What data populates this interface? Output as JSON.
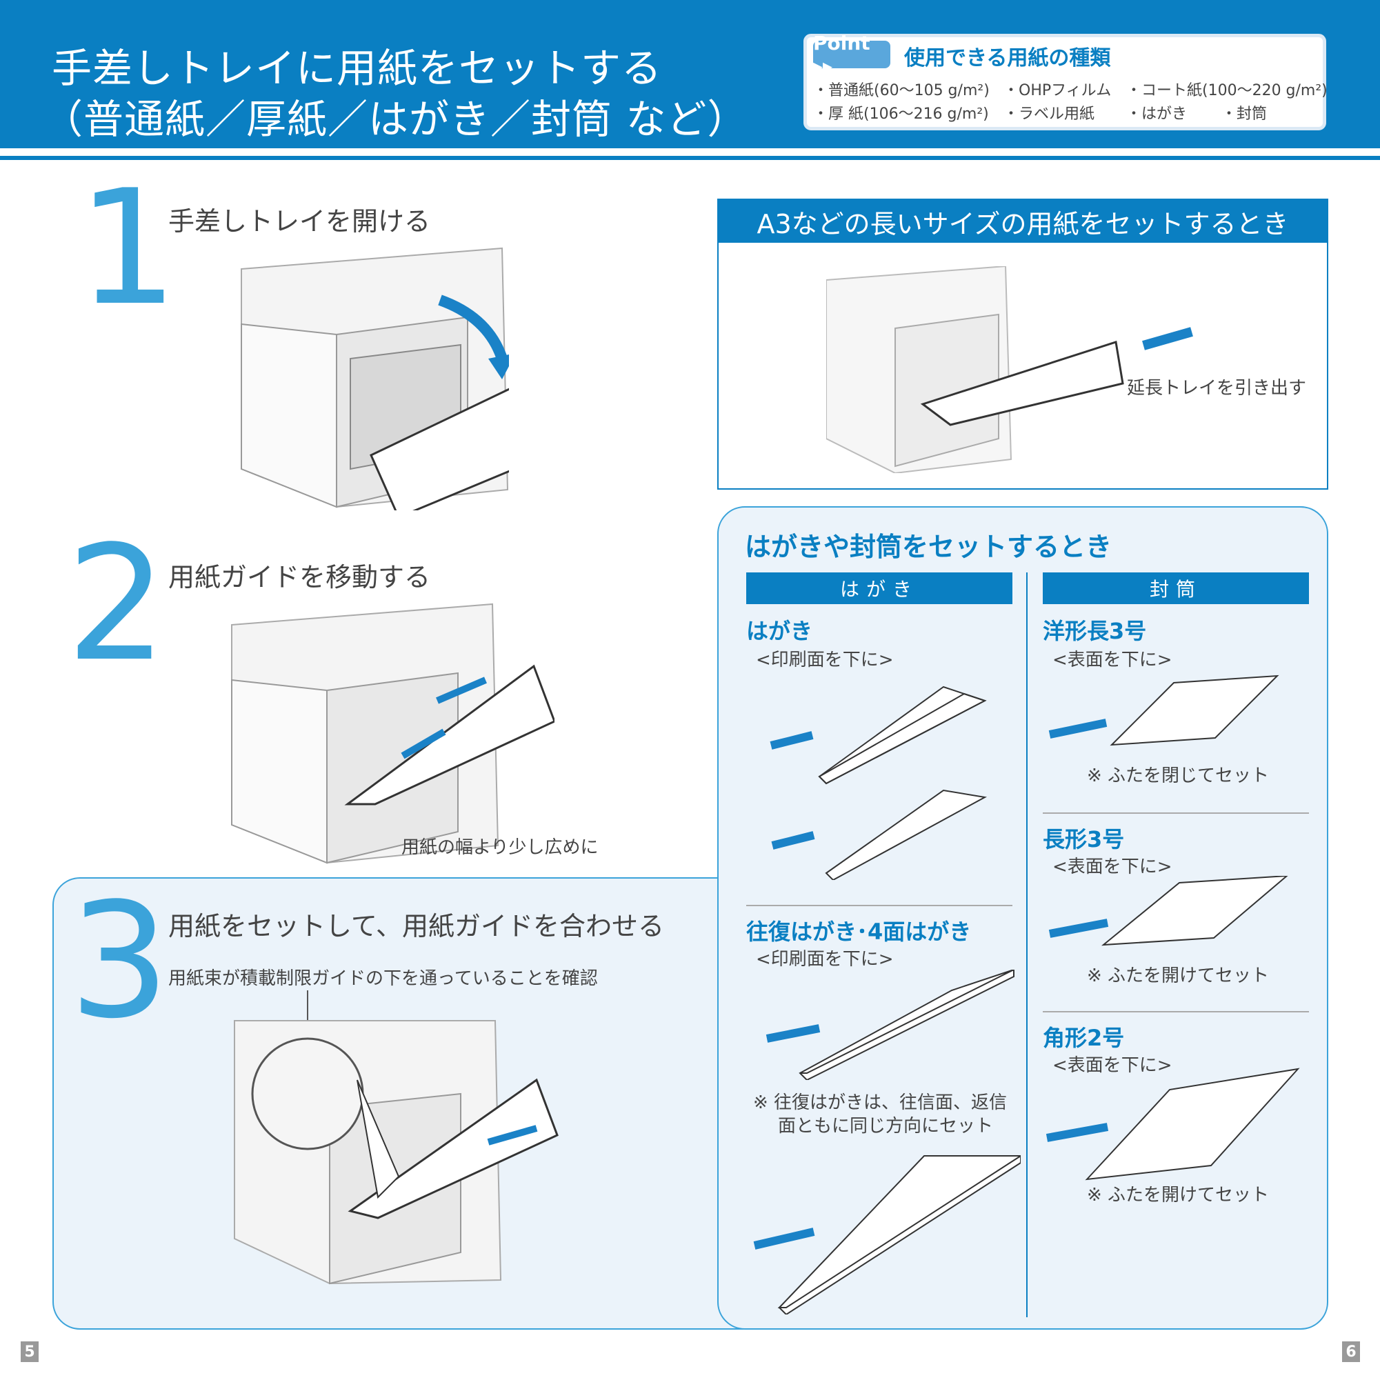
{
  "header": {
    "title_line1": "手差しトレイに用紙をセットする",
    "title_line2": "（普通紙／厚紙／はがき／封筒 など）"
  },
  "point": {
    "badge": "Point ▸▸",
    "heading": "使用できる用紙の種類",
    "papers": [
      "・普通紙(60～105 g/m²)",
      "・OHPフィルム",
      "・コート紙(100～220 g/m²)",
      "・厚 紙(106～216 g/m²)",
      "・ラベル用紙",
      "・はがき",
      "・封筒"
    ]
  },
  "steps": [
    {
      "number": "1",
      "title": "手差しトレイを開ける"
    },
    {
      "number": "2",
      "title": "用紙ガイドを移動する",
      "note": "用紙の幅より少し広めに"
    },
    {
      "number": "3",
      "title": "用紙をセットして、用紙ガイドを合わせる",
      "note": "用紙束が積載制限ガイドの下を通っていることを確認"
    }
  ],
  "a3": {
    "heading": "A3などの長いサイズの用紙をセットするとき",
    "label": "延長トレイを引き出す"
  },
  "cards": {
    "heading": "はがきや封筒をセットするとき",
    "hagaki_col": "はがき",
    "futo_col": "封筒",
    "hagaki": {
      "title": "はがき",
      "sub": "<印刷面を下に>"
    },
    "ofuku": {
      "title": "往復はがき･4面はがき",
      "sub": "<印刷面を下に>",
      "note1": "※ 往復はがきは、往信面、返信",
      "note2": "面ともに同じ方向にセット"
    },
    "yokei": {
      "title": "洋形長3号",
      "sub": "<表面を下に>",
      "note": "※ ふたを閉じてセット"
    },
    "naga3": {
      "title": "長形3号",
      "sub": "<表面を下に>",
      "note": "※ ふたを開けてセット"
    },
    "kaku2": {
      "title": "角形2号",
      "sub": "<表面を下に>",
      "note": "※ ふたを開けてセット"
    }
  },
  "pages": {
    "left": "5",
    "right": "6"
  },
  "colors": {
    "brand_blue": "#0a7fc2",
    "light_blue": "#3ba3da",
    "panel_bg": "#ebf3fa"
  }
}
